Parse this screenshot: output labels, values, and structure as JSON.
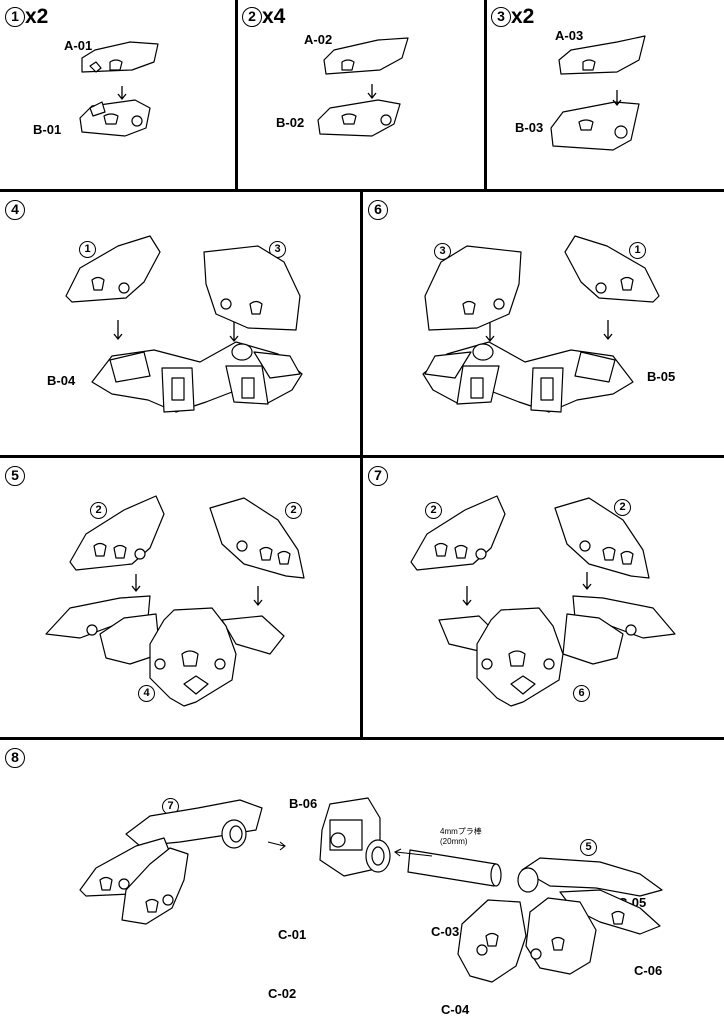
{
  "step1": {
    "number": "1",
    "qty": "x2",
    "top_part": "A-01",
    "bottom_part": "B-01"
  },
  "step2": {
    "number": "2",
    "qty": "x4",
    "top_part": "A-02",
    "bottom_part": "B-02"
  },
  "step3": {
    "number": "3",
    "qty": "x2",
    "top_part": "A-03",
    "bottom_part": "B-03"
  },
  "step4": {
    "number": "4",
    "left_ref": "1",
    "right_ref": "3",
    "base_part": "B-04"
  },
  "step6": {
    "number": "6",
    "left_ref": "3",
    "right_ref": "1",
    "base_part": "B-05"
  },
  "step5": {
    "number": "5",
    "left_ref": "2",
    "right_ref": "2",
    "result_ref": "4"
  },
  "step7": {
    "number": "7",
    "left_ref": "2",
    "right_ref": "2",
    "result_ref": "6"
  },
  "step8": {
    "number": "8",
    "left_ref": "7",
    "right_ref": "5",
    "center_part": "B-06",
    "rod_note_line1": "4mmプラ棒",
    "rod_note_line2": "(20mm)",
    "labels": {
      "c01": "C-01",
      "c02": "C-02",
      "c03": "C-03",
      "c04": "C-04",
      "c05": "C-05",
      "c06": "C-06"
    }
  },
  "colors": {
    "ink": "#000000",
    "paper": "#ffffff",
    "shade": "#cccccc"
  }
}
